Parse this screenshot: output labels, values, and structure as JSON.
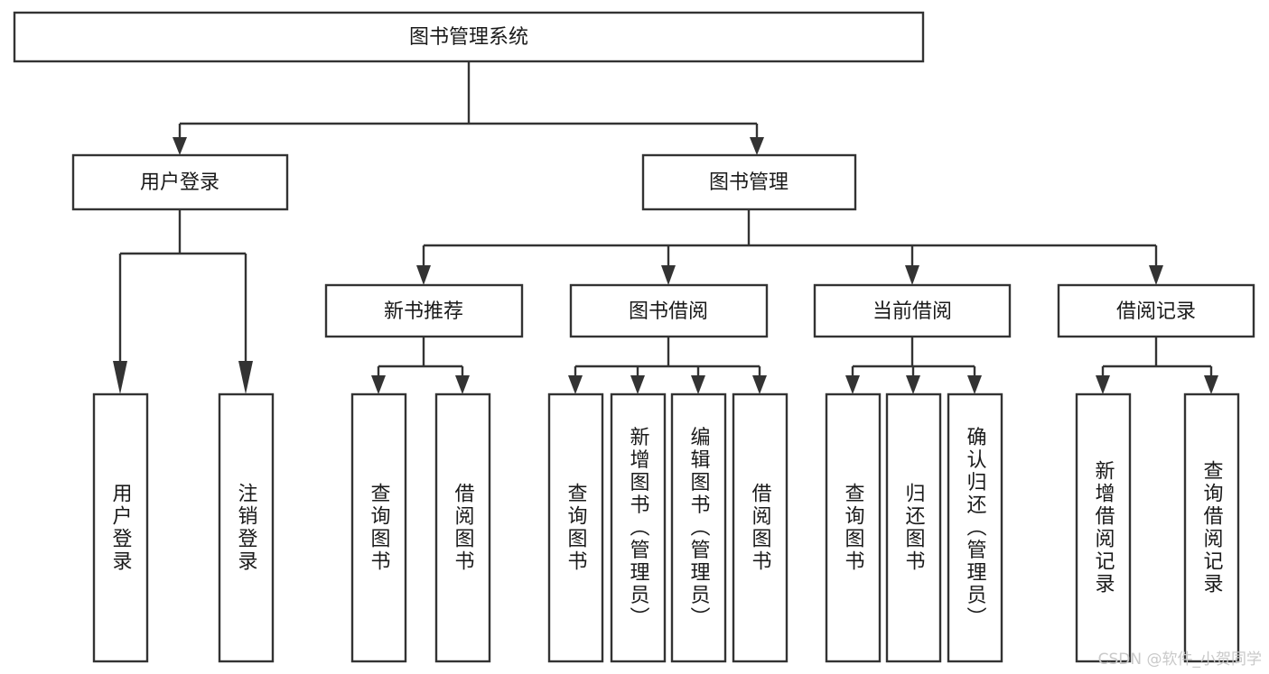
{
  "diagram": {
    "type": "tree-hierarchy",
    "title": "图书管理系统",
    "watermark": "CSDN @软件_小贺同学",
    "colors": {
      "box_fill": "#ffffff",
      "box_stroke": "#333333",
      "text": "#1a1a1a",
      "background": "#ffffff",
      "watermark": "#c9c9c9"
    },
    "levels": {
      "root": {
        "label": "图书管理系统",
        "orientation": "horizontal"
      },
      "level2": [
        {
          "label": "用户登录",
          "orientation": "horizontal"
        },
        {
          "label": "图书管理",
          "orientation": "horizontal"
        }
      ],
      "level3": [
        {
          "label": "新书推荐",
          "orientation": "horizontal",
          "parent": "图书管理"
        },
        {
          "label": "图书借阅",
          "orientation": "horizontal",
          "parent": "图书管理"
        },
        {
          "label": "当前借阅",
          "orientation": "horizontal",
          "parent": "图书管理"
        },
        {
          "label": "借阅记录",
          "orientation": "horizontal",
          "parent": "图书管理"
        }
      ],
      "leaves": [
        {
          "label": "用户登录",
          "orientation": "vertical",
          "parent": "用户登录"
        },
        {
          "label": "注销登录",
          "orientation": "vertical",
          "parent": "用户登录"
        },
        {
          "label": "查询图书",
          "orientation": "vertical",
          "parent": "新书推荐"
        },
        {
          "label": "借阅图书",
          "orientation": "vertical",
          "parent": "新书推荐"
        },
        {
          "label": "查询图书",
          "orientation": "vertical",
          "parent": "图书借阅"
        },
        {
          "label": "新增图书（管理员）",
          "orientation": "vertical",
          "parent": "图书借阅"
        },
        {
          "label": "编辑图书（管理员）",
          "orientation": "vertical",
          "parent": "图书借阅"
        },
        {
          "label": "借阅图书",
          "orientation": "vertical",
          "parent": "图书借阅"
        },
        {
          "label": "查询图书",
          "orientation": "vertical",
          "parent": "当前借阅"
        },
        {
          "label": "归还图书",
          "orientation": "vertical",
          "parent": "当前借阅"
        },
        {
          "label": "确认归还（管理员）",
          "orientation": "vertical",
          "parent": "当前借阅"
        },
        {
          "label": "新增借阅记录",
          "orientation": "vertical",
          "parent": "借阅记录"
        },
        {
          "label": "查询借阅记录",
          "orientation": "vertical",
          "parent": "借阅记录"
        }
      ]
    },
    "nodes": {
      "root": "图书管理系统",
      "user_login": "用户登录",
      "book_manage": "图书管理",
      "new_book_rec": "新书推荐",
      "book_borrow": "图书借阅",
      "current_borrow": "当前借阅",
      "borrow_record": "借阅记录",
      "leaf_user_login": "用户登录",
      "leaf_logout": "注销登录",
      "leaf_query_book_1": "查询图书",
      "leaf_borrow_book_1": "借阅图书",
      "leaf_query_book_2": "查询图书",
      "leaf_add_book": "新增图书（管理员）",
      "leaf_edit_book": "编辑图书（管理员）",
      "leaf_borrow_book_2": "借阅图书",
      "leaf_query_book_3": "查询图书",
      "leaf_return_book": "归还图书",
      "leaf_confirm_return": "确认归还（管理员）",
      "leaf_add_record": "新增借阅记录",
      "leaf_query_record": "查询借阅记录"
    }
  }
}
